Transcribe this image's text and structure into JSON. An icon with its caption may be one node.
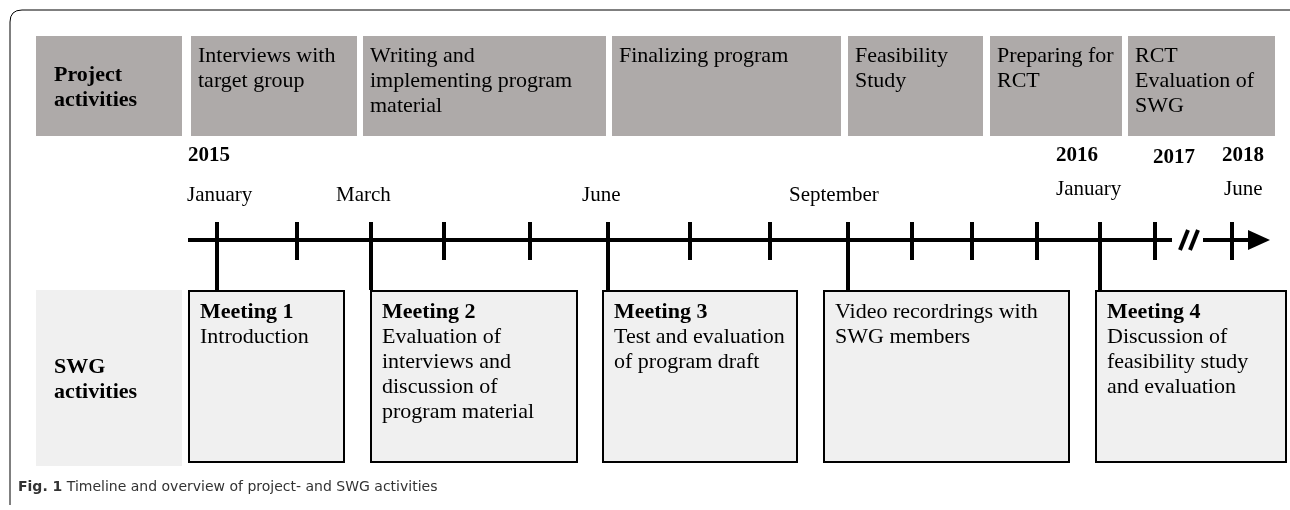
{
  "diagram": {
    "caption": "**Fig. 1** Timeline and overview of project- and SWG activities",
    "nodes": [
      {
        "text": [
          "Project activities"
        ]
      },
      {
        "text": [
          "Interviews with target group"
        ]
      },
      {
        "text": [
          "Writing and implementing program material"
        ]
      },
      {
        "text": [
          "Finalizing program"
        ]
      },
      {
        "text": [
          "Feasibility Study"
        ]
      },
      {
        "text": [
          "Preparing for RCT"
        ]
      },
      {
        "text": [
          "RCT Evaluation of SWG"
        ]
      },
      {
        "text": [
          "SWG activities"
        ]
      },
      {
        "text": [
          "Meeting 1",
          "Introduction"
        ]
      },
      {
        "text": [
          "Meeting 2",
          "Evaluation of interviews and discussion of program material"
        ]
      },
      {
        "text": [
          "Meeting 3",
          "Test and evaluation of program draft"
        ]
      },
      {
        "text": [
          "Video recordrings with SWG members"
        ]
      },
      {
        "text": [
          "Meeting 4",
          "Discussion of feasibility study and evaluation"
        ]
      }
    ],
    "labels": [
      "2015",
      "January",
      "March",
      "June",
      "September",
      "2016",
      "January",
      "2017",
      "2018",
      "June"
    ]
  }
}
